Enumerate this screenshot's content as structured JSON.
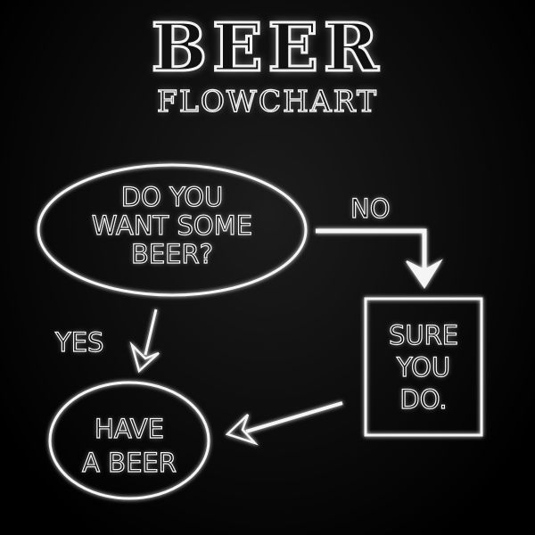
{
  "title": {
    "main": "BEER",
    "sub": "FLOWCHART"
  },
  "nodes": {
    "question": {
      "shape": "ellipse",
      "lines": [
        "DO YOU",
        "WANT SOME",
        "BEER?"
      ]
    },
    "sure": {
      "shape": "rectangle",
      "lines": [
        "SURE",
        "YOU",
        "DO."
      ]
    },
    "have": {
      "shape": "ellipse",
      "lines": [
        "HAVE",
        "A BEER"
      ]
    }
  },
  "edges": [
    {
      "from": "question",
      "to": "sure",
      "label": "NO"
    },
    {
      "from": "question",
      "to": "have",
      "label": "YES"
    },
    {
      "from": "sure",
      "to": "have",
      "label": ""
    }
  ],
  "colors": {
    "background": "#000000",
    "foreground": "#ffffff"
  }
}
